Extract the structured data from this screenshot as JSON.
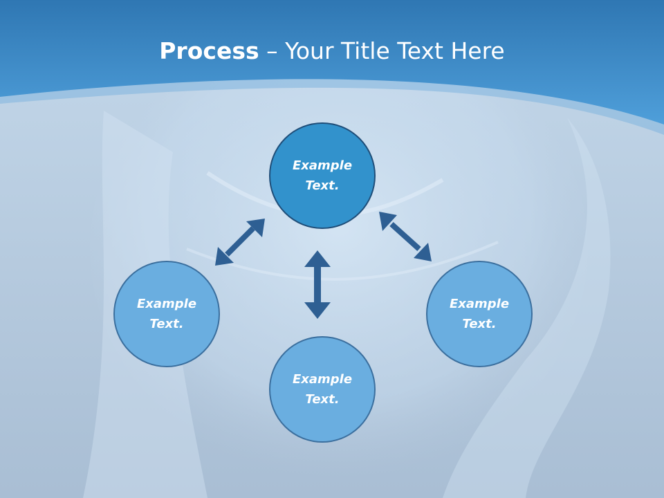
{
  "title": {
    "bold": "Process",
    "rest": " – Your Title Text Here"
  },
  "colors": {
    "top_banner": "#3a84c2",
    "background": "#b7cade",
    "center_node_fill": "#3292cc",
    "center_node_border": "#1f4e79",
    "outer_node_fill": "#6aaee0",
    "outer_node_border": "#3b6f9e",
    "arrow": "#2e5f93"
  },
  "nodes": {
    "top": "Example\nText.",
    "left": "Example\nText.",
    "bottom": "Example\nText.",
    "right": "Example\nText."
  }
}
